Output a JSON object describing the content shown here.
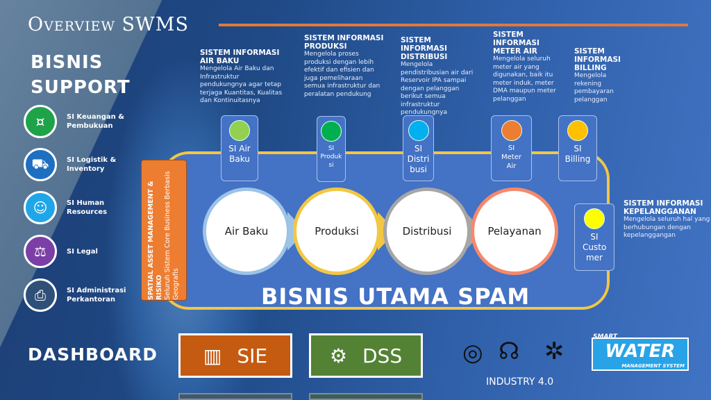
{
  "title": "Overview SWMS",
  "support": {
    "heading_1": "BISNIS",
    "heading_2": "SUPPORT",
    "items": [
      {
        "label": "SI Keuangan & Pembukuan",
        "icon": "coins-icon",
        "color": "#1fa34a"
      },
      {
        "label": "SI Logistik & Inventory",
        "icon": "truck-icon",
        "color": "#1e6fc0"
      },
      {
        "label": "SI Human Resources",
        "icon": "person-icon",
        "color": "#20a6e8"
      },
      {
        "label": "SI Legal",
        "icon": "scale-icon",
        "color": "#7b3fa6"
      },
      {
        "label": "SI Administrasi Perkantoran",
        "icon": "printer-icon",
        "color": "#2e4f78"
      }
    ]
  },
  "systems": [
    {
      "title": "SISTEM INFORMASI AIR BAKU",
      "desc": "Mengelola Air Baku dan Infrastruktur pendukungnya agar tetap terjaga Kuantitas, Kualitas dan Kontinuitasnya",
      "card": "SI Air Baku",
      "color": "#92d050"
    },
    {
      "title": "SISTEM INFORMASI PRODUKSI",
      "desc": "Mengelola proses produksi dengan lebih efektif dan efisien dan juga pemeliharaan semua infrastruktur dan peralatan pendukung",
      "card": "SI Produk si",
      "color": "#00b050"
    },
    {
      "title": "SISTEM INFORMASI DISTRIBUSI",
      "desc": "Mengelola pendistribusian air dari Reservoir IPA sampai dengan pelanggan berikut semua infrastruktur pendukungnya",
      "card": "SI Distri busi",
      "color": "#00b0f0"
    },
    {
      "title": "SISTEM INFORMASI METER AIR",
      "desc": "Mengelola seluruh meter air yang digunakan, baik itu meter induk, meter DMA maupun meter pelanggan",
      "card": "SI Meter Air",
      "color": "#ed7d31"
    },
    {
      "title": "SISTEM INFORMASI BILLING",
      "desc": "Mengelola rekening pembayaran pelanggan",
      "card": "SI Billing",
      "color": "#ffc000"
    },
    {
      "title": "SISTEM INFORMASI KEPELANGGANAN",
      "desc": "Mengelola seluruh hal yang berhubungan dengan kepelanggangan",
      "card": "SI Custo mer",
      "color": "#ffff00"
    }
  ],
  "spatial": {
    "title": "SPATIAL ASSET MANAGEMENT & RISIKO",
    "sub": "Seluruh Sistem Core Business Berbasis Geografis"
  },
  "process": [
    {
      "label": "Air Baku",
      "color": "#9dc3e6"
    },
    {
      "label": "Produksi",
      "color": "#f2c744"
    },
    {
      "label": "Distribusi",
      "color": "#a6a6a6"
    },
    {
      "label": "Pelayanan",
      "color": "#f4896b"
    }
  ],
  "main_label": "BISNIS UTAMA SPAM",
  "dashboard": {
    "label": "DASHBOARD",
    "sie": "SIE",
    "dss": "DSS"
  },
  "industry": "INDUSTRY 4.0",
  "logo": {
    "top": "SMART",
    "main": "WATER",
    "bottom": "MANAGEMENT SYSTEM"
  }
}
